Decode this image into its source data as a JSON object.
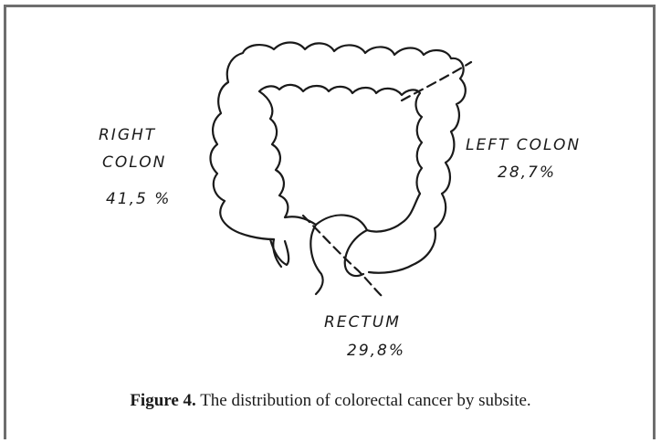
{
  "labels": {
    "right_colon_line1": "RIGHT",
    "right_colon_line2": "COLON",
    "right_colon_pct": "41,5 %",
    "left_colon": "LEFT COLON",
    "left_colon_pct": "28,7%",
    "rectum": "RECTUM",
    "rectum_pct": "29,8%"
  },
  "caption": {
    "figure_label": "Figure 4.",
    "text": " The distribution of colorectal cancer by subsite."
  }
}
